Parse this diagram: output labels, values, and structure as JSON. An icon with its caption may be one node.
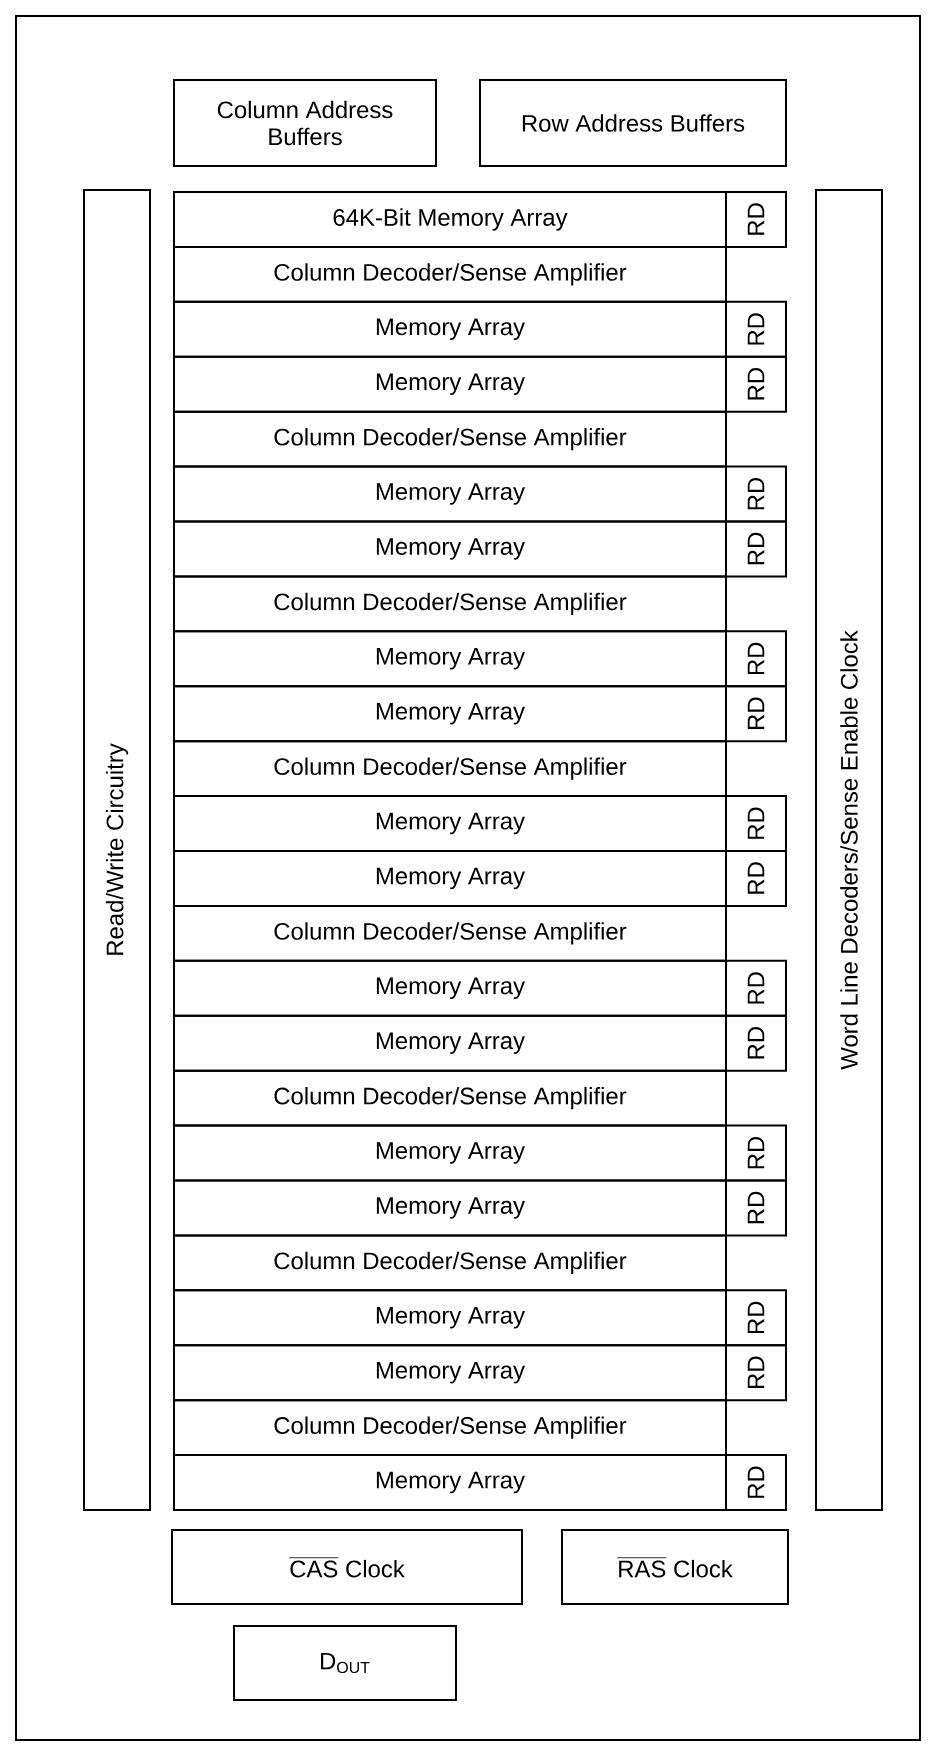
{
  "diagram": {
    "nodes": [
      {
        "text": [
          "Column Address Buffers"
        ]
      },
      {
        "text": [
          "Row Address Buffers"
        ]
      },
      {
        "text": [
          "Read/Write Circuitry"
        ]
      },
      {
        "text": [
          "64K-Bit Memory Array"
        ]
      },
      {
        "text": [
          "RD"
        ]
      },
      {
        "text": [
          "Column Decoder/Sense Amplifier"
        ]
      },
      {
        "text": [
          "Memory Array"
        ]
      },
      {
        "text": [
          "RD"
        ]
      },
      {
        "text": [
          "Memory Array"
        ]
      },
      {
        "text": [
          "RD"
        ]
      },
      {
        "text": [
          "Column Decoder/Sense Amplifier"
        ]
      },
      {
        "text": [
          "Memory Array"
        ]
      },
      {
        "text": [
          "RD"
        ]
      },
      {
        "text": [
          "Memory Array"
        ]
      },
      {
        "text": [
          "RD"
        ]
      },
      {
        "text": [
          "Column Decoder/Sense Amplifier"
        ]
      },
      {
        "text": [
          "Memory Array"
        ]
      },
      {
        "text": [
          "RD"
        ]
      },
      {
        "text": [
          "Memory Array"
        ]
      },
      {
        "text": [
          "RD"
        ]
      },
      {
        "text": [
          "Column Decoder/Sense Amplifier"
        ]
      },
      {
        "text": [
          "Memory Array"
        ]
      },
      {
        "text": [
          "RD"
        ]
      },
      {
        "text": [
          "Memory Array"
        ]
      },
      {
        "text": [
          "RD"
        ]
      },
      {
        "text": [
          "Column Decoder/Sense Amplifier"
        ]
      },
      {
        "text": [
          "Memory Array"
        ]
      },
      {
        "text": [
          "RD"
        ]
      },
      {
        "text": [
          "Memory Array"
        ]
      },
      {
        "text": [
          "RD"
        ]
      },
      {
        "text": [
          "Column Decoder/Sense Amplifier"
        ]
      },
      {
        "text": [
          "Memory Array"
        ]
      },
      {
        "text": [
          "RD"
        ]
      },
      {
        "text": [
          "Memory Array"
        ]
      },
      {
        "text": [
          "RD"
        ]
      },
      {
        "text": [
          "Column Decoder/Sense Amplifier"
        ]
      },
      {
        "text": [
          "Memory Array"
        ]
      },
      {
        "text": [
          "RD"
        ]
      },
      {
        "text": [
          "Memory Array"
        ]
      },
      {
        "text": [
          "RD"
        ]
      },
      {
        "text": [
          "Column Decoder/Sense Amplifier"
        ]
      },
      {
        "text": [
          "Memory Array"
        ]
      },
      {
        "text": [
          "RD"
        ]
      },
      {
        "text": [
          "Word Line Decoders/Sense Enable Clock"
        ]
      },
      {
        "text": [
          "CAS",
          "Clock"
        ]
      },
      {
        "text": [
          "RAS",
          "Clock"
        ]
      },
      {
        "text": [
          "D$_{OUT}$"
        ]
      }
    ]
  }
}
